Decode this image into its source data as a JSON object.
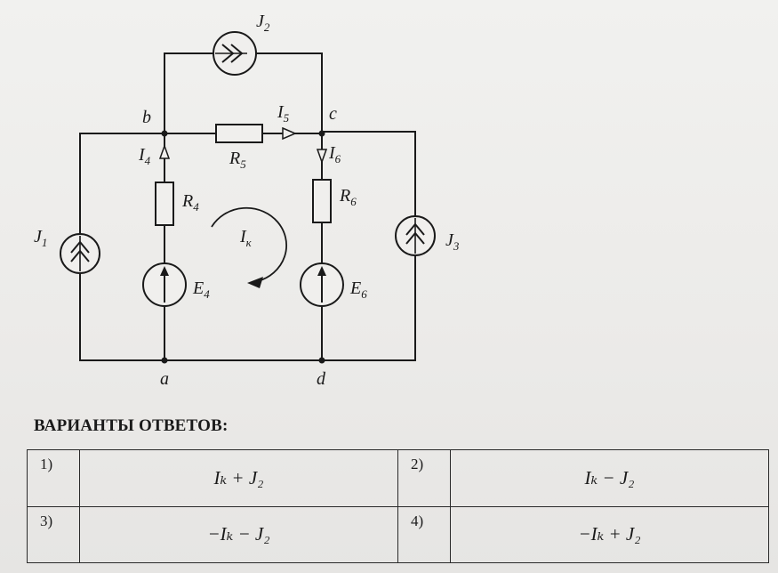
{
  "circuit": {
    "nodes": [
      "b",
      "c",
      "a",
      "d"
    ],
    "sources": {
      "J1": {
        "name": "J",
        "sub": "1"
      },
      "J2": {
        "name": "J",
        "sub": "2"
      },
      "J3": {
        "name": "J",
        "sub": "3"
      },
      "E4": {
        "name": "E",
        "sub": "4"
      },
      "E6": {
        "name": "E",
        "sub": "6"
      }
    },
    "resistors": {
      "R4": {
        "name": "R",
        "sub": "4"
      },
      "R5": {
        "name": "R",
        "sub": "5"
      },
      "R6": {
        "name": "R",
        "sub": "6"
      }
    },
    "currents": {
      "I4": {
        "name": "I",
        "sub": "4"
      },
      "I5": {
        "name": "I",
        "sub": "5"
      },
      "I6": {
        "name": "I",
        "sub": "6"
      },
      "Ik": {
        "name": "I",
        "sub": "к"
      }
    }
  },
  "answers": {
    "heading": "ВАРИАНТЫ ОТВЕТОВ:",
    "options": [
      {
        "num": "1)",
        "expr": "Iₖ + J₂"
      },
      {
        "num": "2)",
        "expr": "Iₖ − J₂"
      },
      {
        "num": "3)",
        "expr": "−Iₖ − J₂"
      },
      {
        "num": "4)",
        "expr": "−Iₖ + J₂"
      }
    ]
  }
}
